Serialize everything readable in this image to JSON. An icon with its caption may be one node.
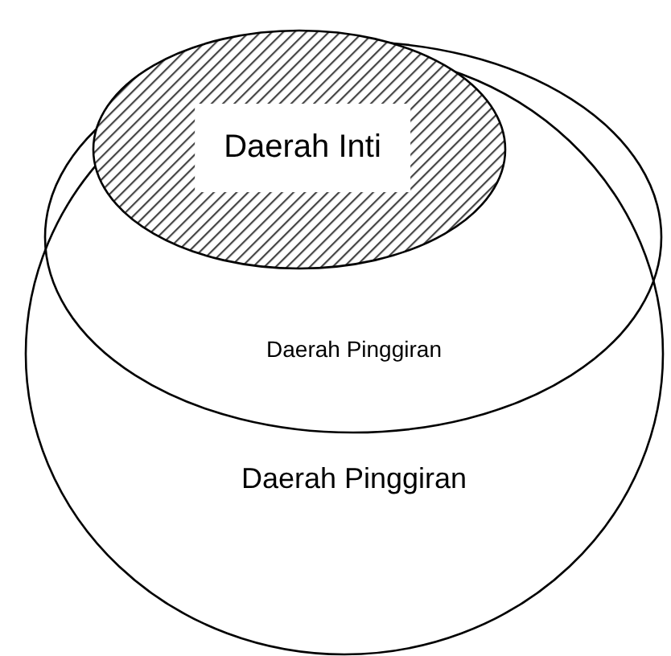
{
  "diagram": {
    "nodes": [
      {
        "text": [
          "Daerah Pinggiran"
        ]
      },
      {
        "text": [
          "Daerah Pinggiran"
        ],
        "in": 0
      },
      {
        "text": [
          "Daerah Inti"
        ],
        "in": 1
      }
    ]
  }
}
